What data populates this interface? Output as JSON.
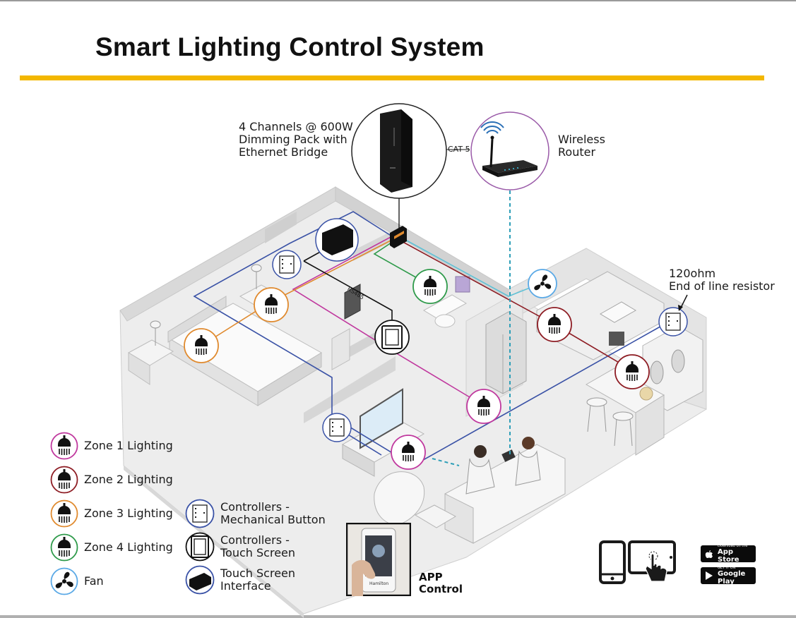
{
  "title": "Smart Lighting Control System",
  "colors": {
    "accent_bar": "#f3b700",
    "zone1": "#c0389e",
    "zone2": "#8e1d24",
    "zone3": "#e08a2e",
    "zone4": "#2e9a4a",
    "fan": "#5aa9e6",
    "controller": "#3a52a6",
    "network": "#2e9fb8"
  },
  "callouts": {
    "dimming_pack": "4 Channels @ 600W\nDimming Pack with\nEthernet Bridge",
    "router": "Wireless\nRouter",
    "cat5": "CAT 5",
    "resistor": "120ohm\nEnd of line resistor",
    "rs485": "RS485"
  },
  "legend": {
    "zones": [
      {
        "label": "Zone 1 Lighting",
        "icon": "pendant-light-icon",
        "color": "#c0389e"
      },
      {
        "label": "Zone 2 Lighting",
        "icon": "pendant-light-icon",
        "color": "#8e1d24"
      },
      {
        "label": "Zone 3 Lighting",
        "icon": "pendant-light-icon",
        "color": "#e08a2e"
      },
      {
        "label": "Zone 4 Lighting",
        "icon": "pendant-light-icon",
        "color": "#2e9a4a"
      },
      {
        "label": "Fan",
        "icon": "fan-icon",
        "color": "#5aa9e6"
      }
    ],
    "devices": [
      {
        "label": "Controllers -\nMechanical Button",
        "icon": "mechanical-button-icon"
      },
      {
        "label": "Controllers -\nTouch Screen",
        "icon": "touch-screen-icon"
      },
      {
        "label": "Touch Screen\nInterface",
        "icon": "touch-interface-icon"
      }
    ]
  },
  "app": {
    "label": "APP\nControl",
    "phone_brand": "Hamilton"
  },
  "stores": {
    "apple_small": "Download on the",
    "apple_big": "App Store",
    "google_small": "GET IT ON",
    "google_big": "Google Play"
  }
}
